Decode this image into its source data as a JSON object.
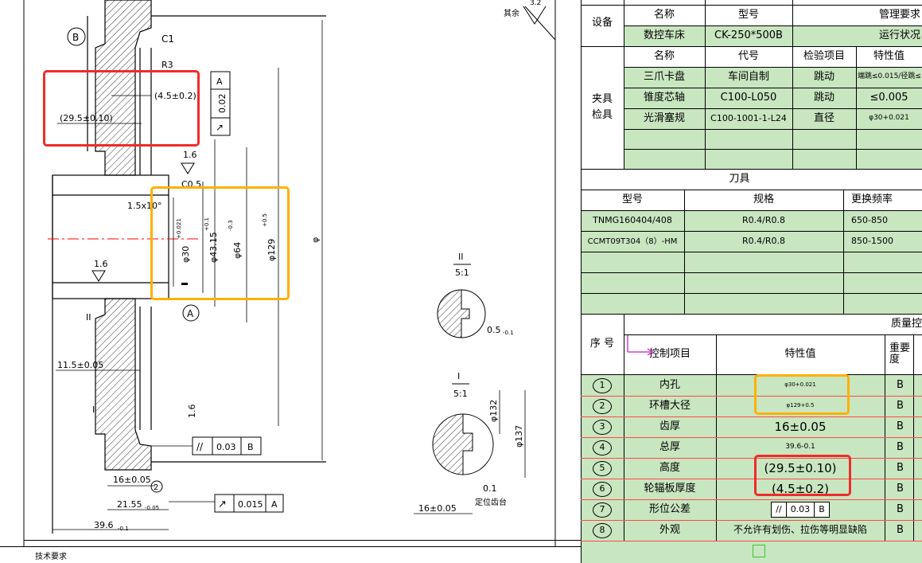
{
  "drawing": {
    "labels": {
      "b_ref": "B",
      "c1": "C1",
      "r3": "R3",
      "dim_45": "(4.5±0.2)",
      "dim_295": "(29.5±0.10)",
      "tol_a": "A",
      "tol_002": "0.02",
      "rough_16a": "1.6",
      "c05": "C0.5",
      "chamfer": "1.5x10°",
      "rough_16b": "1.6",
      "dia30": "φ30",
      "dia30_tol": "+0.021",
      "dia43": "φ43.15",
      "dia43_tol": "+0.1",
      "dia64": "φ64",
      "dia64_tol": "-0.3",
      "dia129": "φ129",
      "dia129_tol": "+0.5",
      "phi": "φ",
      "datum_a": "A",
      "roman_ii": "II",
      "dim_115": "11.5±0.05",
      "roman_i": "I",
      "rough_16c": "1.6",
      "tol_003": "0.03",
      "tol_b": "B",
      "dim_16": "16±0.05",
      "dim_2155": "21.55",
      "dim_2155_tol": "-0.05",
      "num_2": "2",
      "tol_0015": "0.015",
      "tol_a2": "A",
      "dim_396": "39.6",
      "dim_396_tol": "-0.1",
      "qiyu": "其余",
      "top_rough": "3.2",
      "det2_label": "II",
      "det2_scale": "5:1",
      "det2_dim": "0.5",
      "det2_dim_tol": "-0.1",
      "det1_label": "I",
      "det1_scale": "5:1",
      "det1_d132": "φ132",
      "det1_d137": "φ137",
      "det1_01": "0.1",
      "det1_pos": "定位齿台",
      "det1_16": "16±0.05",
      "tech_req": "技术要求"
    }
  },
  "sheet": {
    "equipment": {
      "section": "设备",
      "headers": [
        "名称",
        "型号",
        "管理要求"
      ],
      "row": [
        "数控车床",
        "CK-250*500B",
        "运行状况"
      ]
    },
    "fixture": {
      "section_line1": "夹具",
      "section_line2": "检具",
      "headers": [
        "名称",
        "代号",
        "检验项目",
        "特性值"
      ],
      "rows": [
        [
          "三爪卡盘",
          "车间自制",
          "跳动",
          "端跳≤0.015/径跳≤"
        ],
        [
          "锥度芯轴",
          "C100-L050",
          "跳动",
          "≤0.005"
        ],
        [
          "光滑塞规",
          "C100-1001-1-L24",
          "直径",
          "φ30+0.021"
        ]
      ]
    },
    "tools": {
      "title": "刀具",
      "headers": [
        "型号",
        "规格",
        "更换频率"
      ],
      "rows": [
        [
          "TNMG160404/408",
          "R0.4/R0.8",
          "650-850"
        ],
        [
          "CCMT09T304（8）-HM",
          "R0.4/R0.8",
          "850-1500"
        ]
      ]
    },
    "quality": {
      "title": "质量控",
      "headers": [
        "序 号",
        "控制项目",
        "特性值",
        "重要度"
      ],
      "rows": [
        {
          "no": "1",
          "item": "内孔",
          "value": "φ30+0.021",
          "grade": "B"
        },
        {
          "no": "2",
          "item": "环槽大径",
          "value": "φ129+0.5",
          "grade": "B"
        },
        {
          "no": "3",
          "item": "齿厚",
          "value": "16±0.05",
          "grade": "B"
        },
        {
          "no": "4",
          "item": "总厚",
          "value": "39.6-0.1",
          "grade": "B"
        },
        {
          "no": "5",
          "item": "高度",
          "value": "(29.5±0.10)",
          "grade": "B"
        },
        {
          "no": "6",
          "item": "轮辐板厚度",
          "value": "(4.5±0.2)",
          "grade": "B"
        },
        {
          "no": "7",
          "item": "形位公差",
          "value_sym": "//",
          "value_num": "0.03",
          "value_ref": "B",
          "grade": "B"
        },
        {
          "no": "8",
          "item": "外观",
          "value": "不允许有划伤、拉伤等明显缺陷",
          "grade": "B"
        }
      ]
    }
  },
  "colors": {
    "table_green": "#c8e6c0",
    "highlight_red": "#f02b2b",
    "highlight_yellow": "#ffb000",
    "row_rule_red": "#ff4a4a",
    "center_line_red": "#ff0000"
  }
}
